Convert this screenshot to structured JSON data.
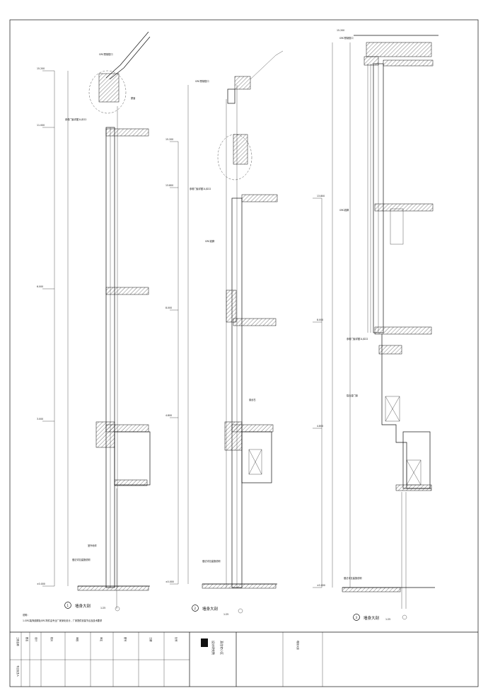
{
  "sections": [
    {
      "id": "1",
      "title": "墙身大剖",
      "scale": "1:25",
      "grc_label": "GRC预制檐口",
      "detail_label": "参看门窗详图1LJD22",
      "elev_labels": [
        "15.200",
        "11.000",
        "6.000",
        "3.000",
        "±0.000"
      ],
      "note_labels": [
        "屋面",
        "室外地坪",
        "做法详见建施说明"
      ]
    },
    {
      "id": "2",
      "title": "墙身大剖",
      "scale": "1:25",
      "grc_label": "GRC预制檐口",
      "detail_label": "参看门窗详图1LJD22",
      "elev_labels": [
        "15.200",
        "13.800",
        "8.000",
        "4.800",
        "±0.000"
      ],
      "note_labels": [
        "GRC线脚",
        "窗台石",
        "做法详见建施说明"
      ]
    },
    {
      "id": "3",
      "title": "墙身大剖",
      "scale": "1:25",
      "grc_label": "GRC预制檐口",
      "detail_label": "参看门窗详图1LJD22",
      "elev_labels": [
        "15.200",
        "13.800",
        "8.000",
        "4.800",
        "±0.000"
      ],
      "note_labels": [
        "GRC线脚",
        "铝合金门窗",
        "做法详见建施说明"
      ]
    }
  ],
  "notes": {
    "heading": "说明：",
    "line1": "1.GRC装饰线脚及GRC构件由专业厂家深化设计，厂家提供安装节点及技术要求"
  },
  "title_block": {
    "company": "设计研究院",
    "project": "某住宅小区",
    "drawing_name": "墙身大剖",
    "cells": [
      "工程名称",
      "图名",
      "设计",
      "校对",
      "审核",
      "审定",
      "图号",
      "日期",
      "比例",
      "专业负责人"
    ]
  }
}
